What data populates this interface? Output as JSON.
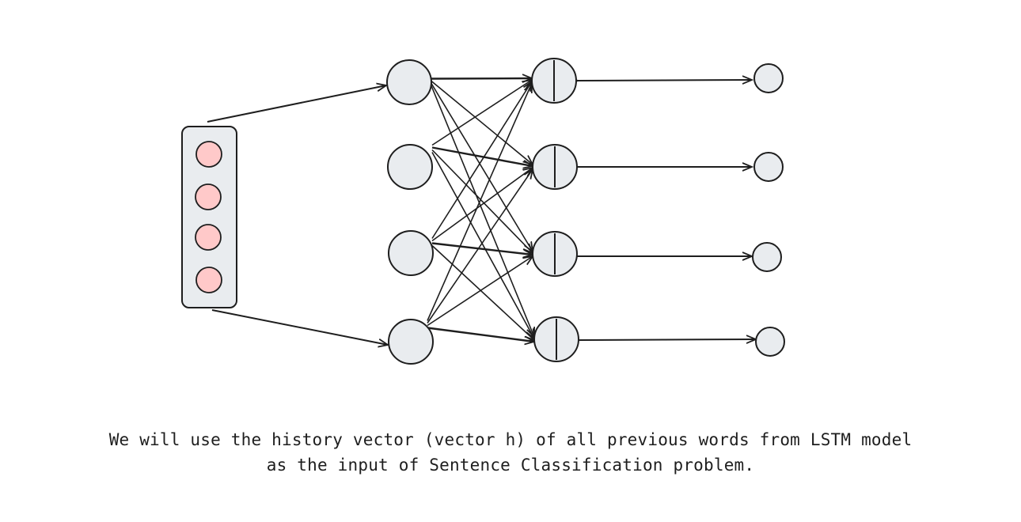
{
  "caption": {
    "line1": "We will use the history vector (vector h) of all previous words from LSTM model",
    "line2": "as the input of Sentence Classification problem."
  },
  "colors": {
    "stroke": "#1e1e1e",
    "node_fill": "#e9ecef",
    "input_fill": "#ffc9c9",
    "background": "#ffffff"
  },
  "diagram": {
    "input_vector_cells": 4,
    "hidden_nodes": 4,
    "lstm_nodes": 4,
    "output_nodes": 4
  }
}
